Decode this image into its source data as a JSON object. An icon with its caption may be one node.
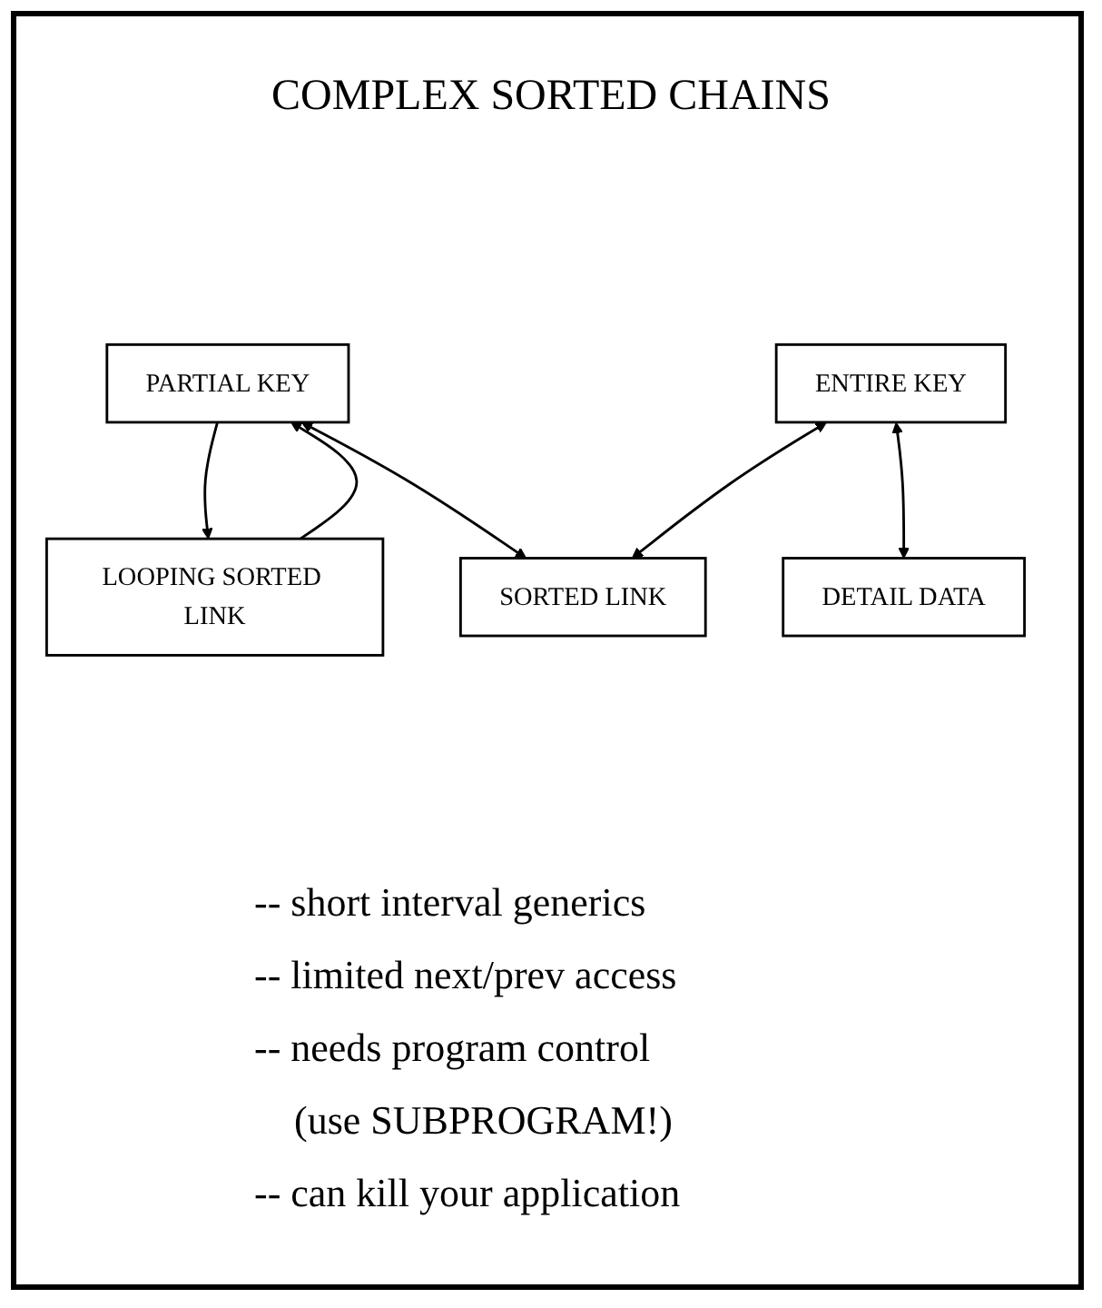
{
  "diagram": {
    "title": "COMPLEX SORTED CHAINS",
    "nodes": [
      {
        "text": [
          "PARTIAL KEY"
        ]
      },
      {
        "text": [
          "LOOPING SORTED LINK"
        ]
      },
      {
        "text": [
          "ENTIRE KEY"
        ]
      },
      {
        "text": [
          "SORTED LINK"
        ]
      },
      {
        "text": [
          "DETAIL DATA"
        ]
      }
    ],
    "edges": [
      {
        "from": 1,
        "to": 0,
        "arrow": "to"
      },
      {
        "from": 0,
        "to": 1,
        "arrow": "to"
      },
      {
        "from": 0,
        "to": 3,
        "arrow": "both"
      },
      {
        "from": 2,
        "to": 3,
        "arrow": "both"
      },
      {
        "from": 2,
        "to": 4,
        "arrow": "both"
      }
    ],
    "labels": [
      "-- short interval generics",
      "-- limited next/prev access",
      "-- needs program control",
      "(use SUBPROGRAM!)",
      "-- can kill your application"
    ]
  }
}
